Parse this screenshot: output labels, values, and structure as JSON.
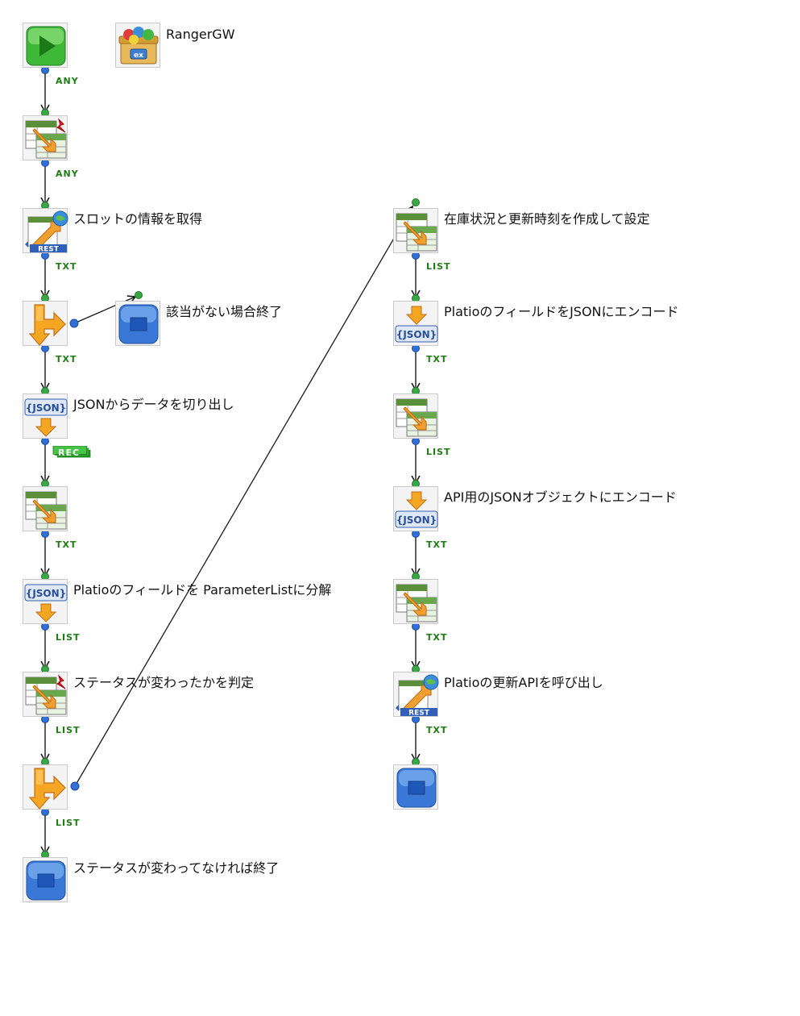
{
  "palette": {
    "wire": "#1a1a1a",
    "port_in": "#3aa64a",
    "port_out": "#2f6fd6",
    "port_label": "#1e7d12",
    "start_green": "#3fb83a",
    "end_blue": "#3a78d8"
  },
  "nodes": [
    {
      "id": "start",
      "icon": "start-play-icon",
      "label": ""
    },
    {
      "id": "rangergw",
      "icon": "toolbox-icon",
      "label": "RangerGW"
    },
    {
      "id": "mapper1",
      "icon": "mapper-icon",
      "label": ""
    },
    {
      "id": "rest-get",
      "icon": "rest-icon",
      "label": "スロットの情報を取得"
    },
    {
      "id": "branch1",
      "icon": "branch-icon",
      "label": ""
    },
    {
      "id": "end1",
      "icon": "end-icon",
      "label": "該当がない場合終了"
    },
    {
      "id": "json-decode",
      "icon": "json-icon",
      "label": "JSONからデータを切り出し"
    },
    {
      "id": "mapper2",
      "icon": "mapper-icon",
      "label": ""
    },
    {
      "id": "json-split",
      "icon": "json-icon",
      "label": "Platioのフィールドを ParameterListに分解"
    },
    {
      "id": "judge",
      "icon": "mapper-icon",
      "label": "ステータスが変わったかを判定"
    },
    {
      "id": "branch2",
      "icon": "branch-icon",
      "label": ""
    },
    {
      "id": "end2",
      "icon": "end-icon",
      "label": "ステータスが変わってなければ終了"
    },
    {
      "id": "mapper3",
      "icon": "mapper-icon",
      "label": "在庫状況と更新時刻を作成して設定"
    },
    {
      "id": "json-enc1",
      "icon": "json-icon",
      "label": "PlatioのフィールドをJSONにエンコード"
    },
    {
      "id": "mapper4",
      "icon": "mapper-icon",
      "label": ""
    },
    {
      "id": "json-enc2",
      "icon": "json-icon",
      "label": "API用のJSONオブジェクトにエンコード"
    },
    {
      "id": "mapper5",
      "icon": "mapper-icon",
      "label": ""
    },
    {
      "id": "rest-put",
      "icon": "rest-icon",
      "label": "Platioの更新APIを呼び出し"
    },
    {
      "id": "end3",
      "icon": "end-icon",
      "label": ""
    }
  ],
  "port_types": {
    "any1": "ANY",
    "any2": "ANY",
    "txt1": "TXT",
    "txt2": "TXT",
    "rec": "REC",
    "txt3": "TXT",
    "list1": "LIST",
    "list2": "LIST",
    "list3": "LIST",
    "r_list1": "LIST",
    "r_txt1": "TXT",
    "r_list2": "LIST",
    "r_txt2": "TXT",
    "r_txt3": "TXT",
    "r_txt4": "TXT"
  },
  "icon_text": {
    "json": "{JSON}",
    "rest": "REST"
  }
}
